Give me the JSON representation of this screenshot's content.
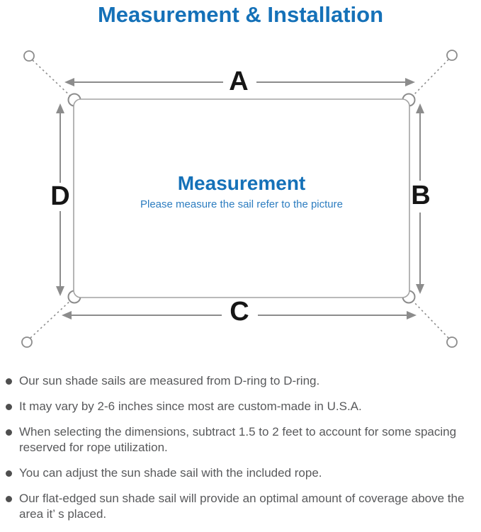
{
  "title": "Measurement & Installation",
  "colors": {
    "accent_blue": "#1571b8",
    "subtitle_blue": "#2d7dc0",
    "line_gray": "#8c8c8c",
    "sail_border": "#a3a3a3",
    "label_black": "#161616",
    "note_text": "#58595b",
    "note_dot": "#4f4f4f"
  },
  "diagram": {
    "dimension_labels": {
      "top": "A",
      "right": "B",
      "bottom": "C",
      "left": "D"
    },
    "center_heading": "Measurement",
    "center_subtitle": "Please measure the sail refer to the picture",
    "icon_names": [
      "anchor-point-icon",
      "d-ring-icon",
      "rope-dashed-line",
      "measure-arrow"
    ]
  },
  "notes": {
    "items": [
      "Our sun shade sails are measured from D-ring to D-ring.",
      "It may vary by 2-6 inches since most are custom-made in U.S.A.",
      "When selecting the dimensions, subtract 1.5 to 2 feet to account for some spacing reserved for rope utilization.",
      "You can adjust the sun shade sail with the included rope.",
      "Our flat-edged sun shade sail will provide an optimal amount of coverage above the area it’ s placed."
    ]
  }
}
